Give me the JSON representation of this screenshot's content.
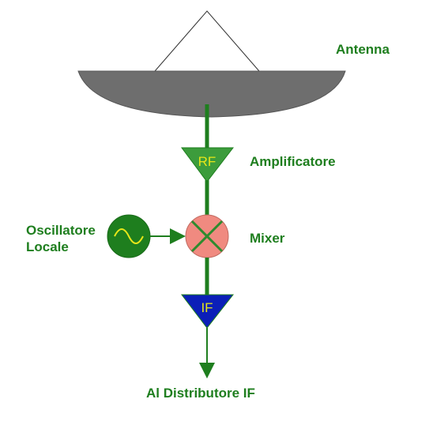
{
  "labels": {
    "antenna": "Antenna",
    "amplifier": "Amplificatore",
    "local_oscillator_line1": "Oscillatore",
    "local_oscillator_line2": "Locale",
    "mixer": "Mixer",
    "output": "Al Distributore IF"
  },
  "badges": {
    "rf": "RF",
    "if": "IF"
  },
  "colors": {
    "label_text": "#1e7e1e",
    "line": "#1e7e1e",
    "dish": "#6e6e6e",
    "rf_amplifier": "#3c9c3c",
    "if_amplifier": "#0b1fb8",
    "mixer": "#f08a80",
    "oscillator": "#1e7e1e",
    "badge_text": "#e6e619"
  },
  "icons": {
    "antenna": "dish-antenna-icon",
    "rf_amplifier": "triangle-amplifier-icon",
    "mixer": "mixer-x-circle-icon",
    "oscillator": "sine-wave-icon",
    "if_amplifier": "triangle-amplifier-icon"
  }
}
